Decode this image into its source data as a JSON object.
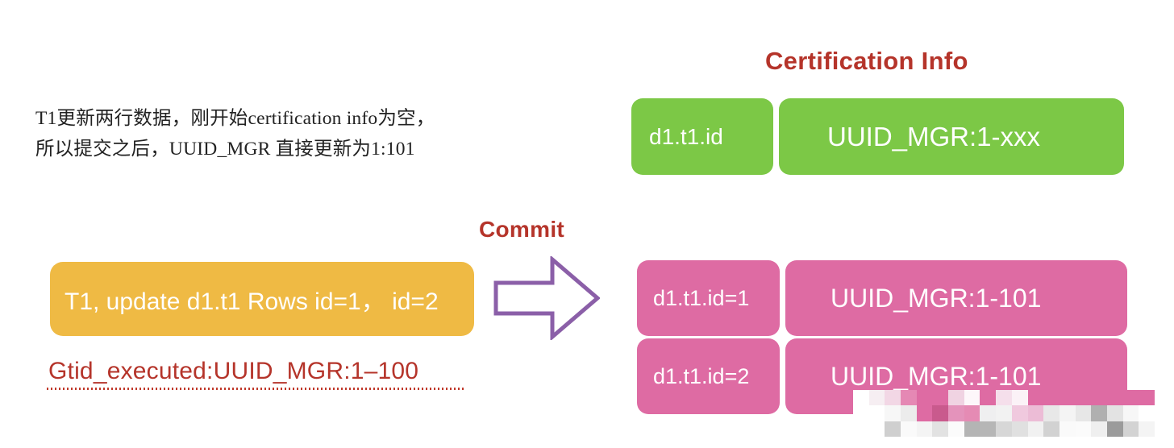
{
  "note": {
    "line1": "T1更新两行数据，刚开始certification info为空，",
    "line2": "所以提交之后，UUID_MGR 直接更新为1:101",
    "text": "T1更新两行数据，刚开始certification info为空，\n所以提交之后，UUID_MGR 直接更新为1:101"
  },
  "labels": {
    "certification_info_title": "Certification Info",
    "commit": "Commit"
  },
  "transaction": {
    "box_text": "T1, update d1.t1 Rows id=1， id=2",
    "gtid_executed": "Gtid_executed:UUID_MGR:1–100"
  },
  "certification_before": {
    "rows": [
      {
        "key": "d1.t1.id",
        "value": "UUID_MGR:1-xxx"
      }
    ]
  },
  "certification_after": {
    "rows": [
      {
        "key": "d1.t1.id=1",
        "value": "UUID_MGR:1-101"
      },
      {
        "key": "d1.t1.id=2",
        "value": "UUID_MGR:1-101"
      }
    ]
  },
  "icons": {
    "commit_arrow": "right-block-arrow-icon",
    "censor": "mosaic-censor-overlay"
  },
  "colors": {
    "green": "#7cc846",
    "pink": "#de6ba3",
    "orange": "#efba44",
    "red_text": "#b5342a",
    "arrow_purple": "#8b5fa8",
    "background": "#ffffff",
    "note_text": "#222222"
  },
  "mosaic_blocks": [
    "#ffffff",
    "#f6eef2",
    "#f2d7e5",
    "#e588b4",
    "#de6ba3",
    "#de6ba3",
    "#f0d3e2",
    "#fdf7fa",
    "#de6ba3",
    "#f5dfeb",
    "#fbf2f7",
    "#de6ba3",
    "#de6ba3",
    "#de6ba3",
    "#de6ba3",
    "#de6ba3",
    "#de6ba3",
    "#de6ba3",
    "#de6ba3",
    "#ffffff",
    "#ffffff",
    "#f7f7f7",
    "#ececec",
    "#de6ba3",
    "#c95a8d",
    "#e493bb",
    "#e58bb4",
    "#efeff0",
    "#f2f2f2",
    "#f0c9de",
    "#ecbcd6",
    "#e8e8e8",
    "#f4f4f4",
    "#e7e7e7",
    "#b0b0b0",
    "#e3e3e3",
    "#f7f7f7",
    "#ffffff",
    "#ffffff",
    "#ffffff",
    "#cfcfcf",
    "#fafafa",
    "#f4f4f4",
    "#e2e2e2",
    "#fbfbfb",
    "#b4b4b4",
    "#b6b6b6",
    "#d7d7d7",
    "#e0e0e0",
    "#f1f1f1",
    "#d2d2d2",
    "#fafafa",
    "#fbfbfb",
    "#efefef",
    "#9b9b9b",
    "#d3d3d3",
    "#f4f4f4"
  ]
}
